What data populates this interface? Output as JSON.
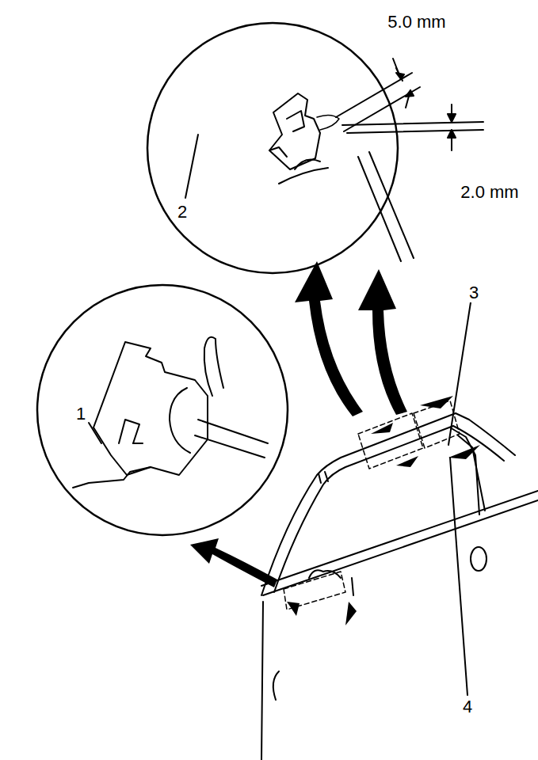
{
  "diagram": {
    "labels": [
      "5.0 mm",
      "2.0 mm",
      "2",
      "3",
      "1",
      "4"
    ]
  }
}
